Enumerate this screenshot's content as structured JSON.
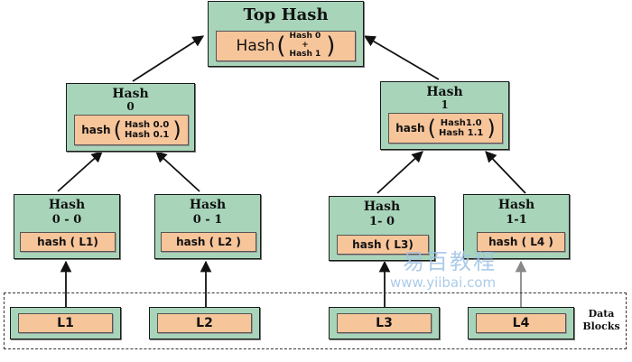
{
  "top_hash": {
    "title": "Top Hash",
    "fn": "Hash",
    "arg1": "Hash 0",
    "op": "+",
    "arg2": "Hash 1"
  },
  "hash0": {
    "title_line1": "Hash",
    "title_line2": "0",
    "fn": "hash",
    "arg1": "Hash 0.0",
    "arg2": "Hash 0.1"
  },
  "hash1": {
    "title_line1": "Hash",
    "title_line2": "1",
    "fn": "hash",
    "arg1": "Hash1.0",
    "arg2": "Hash 1.1"
  },
  "leaves": [
    {
      "title_line1": "Hash",
      "title_line2": "0 - 0",
      "expr": "hash ( L1)"
    },
    {
      "title_line1": "Hash",
      "title_line2": "0 - 1",
      "expr": "hash ( L2 )"
    },
    {
      "title_line1": "Hash",
      "title_line2": "1- 0",
      "expr": "hash ( L3)"
    },
    {
      "title_line1": "Hash",
      "title_line2": "1-1",
      "expr": "hash ( L4 )"
    }
  ],
  "data_blocks": [
    "L1",
    "L2",
    "L3",
    "L4"
  ],
  "data_blocks_label": {
    "line1": "Data",
    "line2": "Blocks"
  },
  "watermark": {
    "chinese": "易百教程",
    "url": "www.yiibai.com"
  },
  "colors": {
    "node_fill": "#a8d5ba",
    "inner_fill": "#f7c59a",
    "border": "#1a1a1a"
  }
}
